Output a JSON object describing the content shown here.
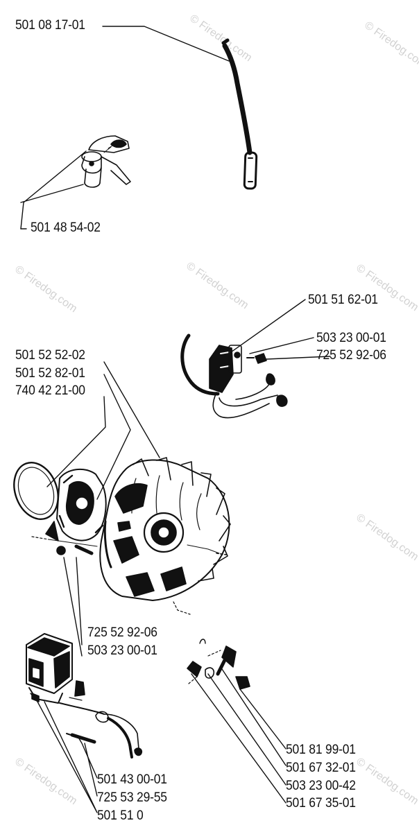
{
  "watermark": "© Firedog.com",
  "parts": {
    "p1": "501 08 17-01",
    "p2": "501 48 54-02",
    "p3": "501 51 62-01",
    "p4": "503 23 00-01",
    "p5": "725 52 92-06",
    "p6": "501 52 52-02",
    "p7": "501 52 82-01",
    "p8": "740 42 21-00",
    "p9": "725 52 92-06",
    "p10": "503 23 00-01",
    "p11": "501 81 99-01",
    "p12": "501 67 32-01",
    "p13": "503 23 00-42",
    "p14": "501 67 35-01",
    "p15": "501 43 00-01",
    "p16": "725 53 29-55",
    "p17": "501 51 0"
  },
  "colors": {
    "ink": "#111111",
    "watermark": "#d2d2d2"
  }
}
